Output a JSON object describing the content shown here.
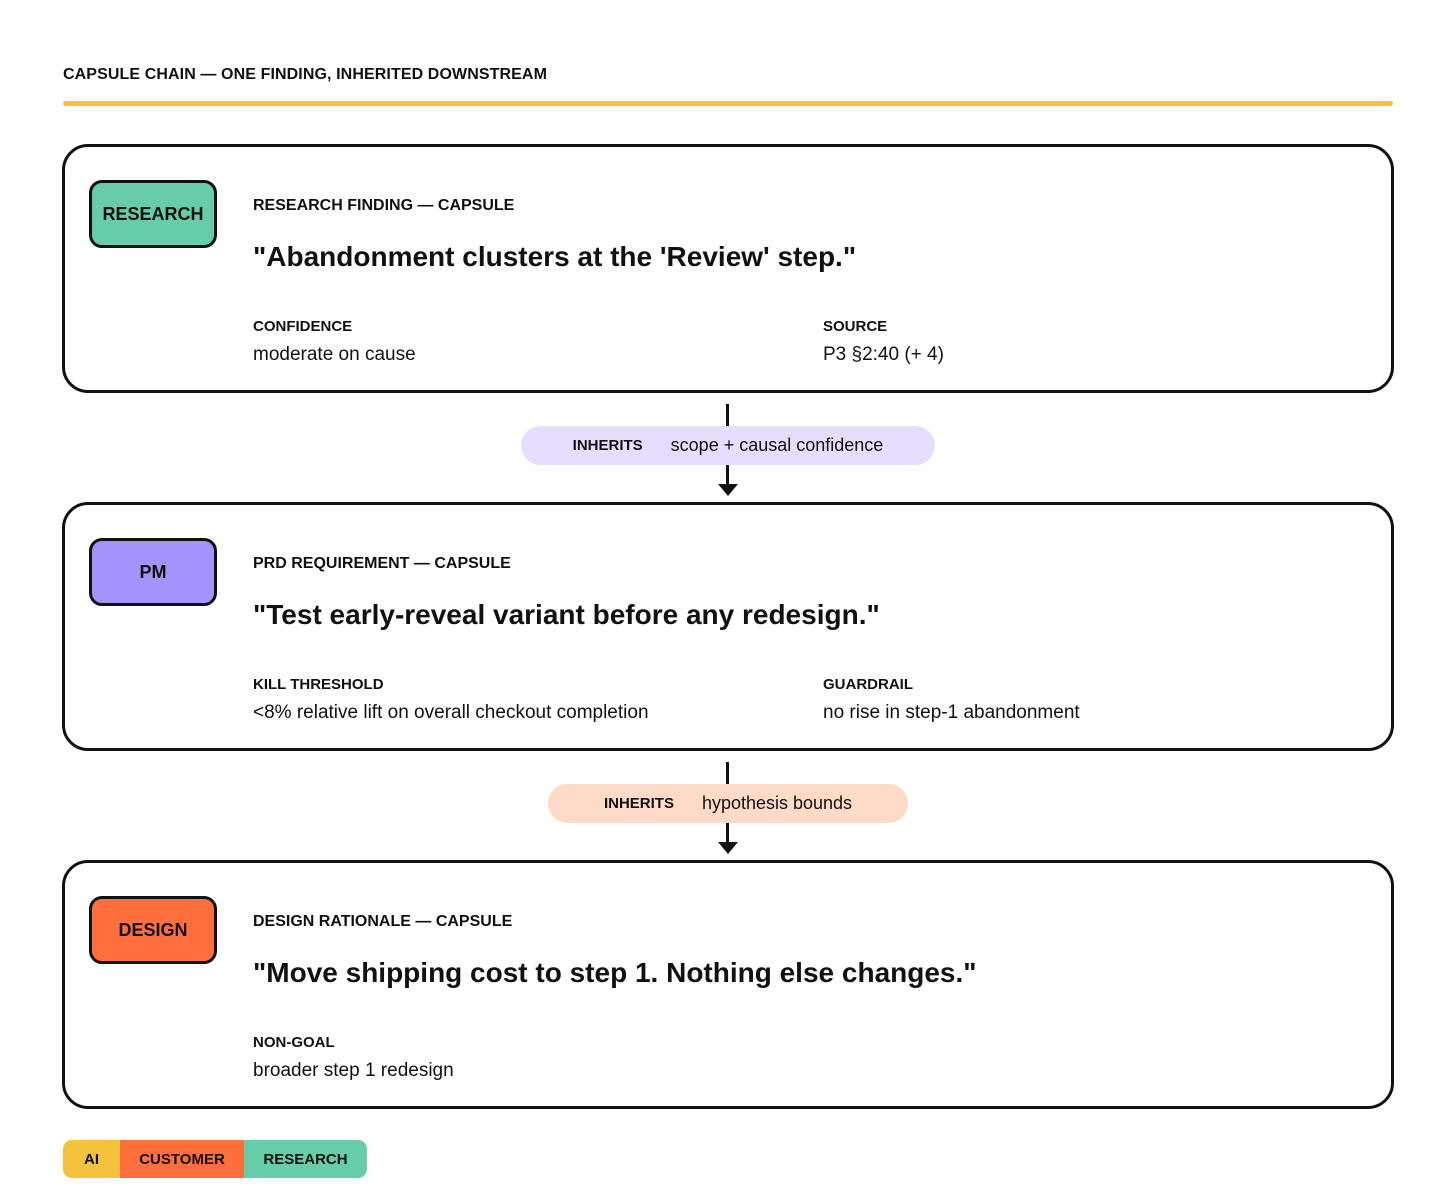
{
  "colors": {
    "accent_yellow": "#F5C33B",
    "research": "#67CDA8",
    "pm": "#A593FB",
    "design": "#FF6F3C",
    "inherit_purple": "#E6DEFC",
    "inherit_peach": "#FDDBC8",
    "ink": "#111111"
  },
  "header": {
    "title": "CAPSULE CHAIN — ONE FINDING, INHERITED DOWNSTREAM"
  },
  "cards": [
    {
      "tag": "RESEARCH",
      "kicker": "RESEARCH FINDING — CAPSULE",
      "quote": "\"Abandonment clusters at the 'Review' step.\"",
      "fields": [
        {
          "label": "CONFIDENCE",
          "value": "moderate on cause"
        },
        {
          "label": "SOURCE",
          "value": "P3 §2:40 (+ 4)"
        }
      ]
    },
    {
      "tag": "PM",
      "kicker": "PRD REQUIREMENT — CAPSULE",
      "quote": "\"Test early-reveal variant before any redesign.\"",
      "fields": [
        {
          "label": "KILL THRESHOLD",
          "value": "<8% relative lift on overall checkout completion"
        },
        {
          "label": "GUARDRAIL",
          "value": "no rise in step-1 abandonment"
        }
      ]
    },
    {
      "tag": "DESIGN",
      "kicker": "DESIGN RATIONALE — CAPSULE",
      "quote": "\"Move shipping cost to step 1. Nothing else changes.\"",
      "fields": [
        {
          "label": "NON-GOAL",
          "value": "broader step 1 redesign"
        }
      ]
    }
  ],
  "inherits": [
    {
      "label": "INHERITS",
      "text": "scope + causal confidence"
    },
    {
      "label": "INHERITS",
      "text": "hypothesis bounds"
    }
  ],
  "legend": [
    {
      "label": "AI"
    },
    {
      "label": "CUSTOMER"
    },
    {
      "label": "RESEARCH"
    }
  ]
}
